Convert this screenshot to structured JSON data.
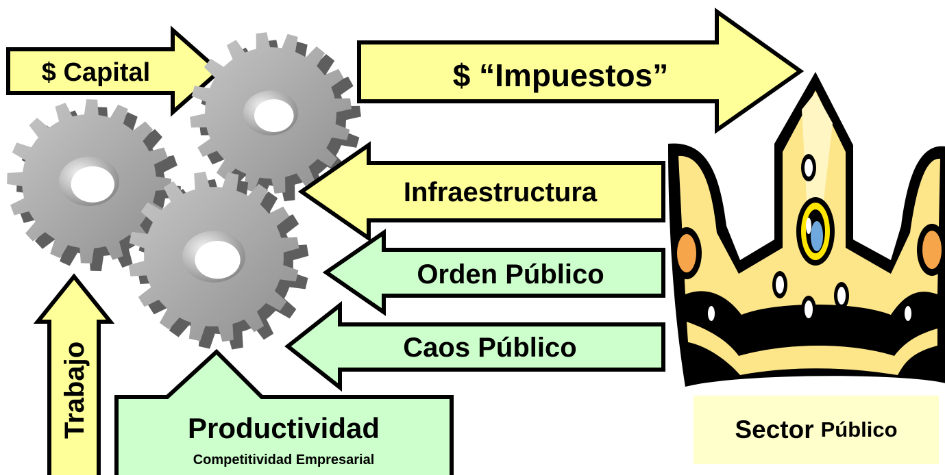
{
  "arrows": {
    "capital": "$ Capital",
    "impuestos": "$ “Impuestos”",
    "infraestructura": "Infraestructura",
    "orden_publico": "Orden Público",
    "caos_publico": "Caos Público",
    "trabajo": "Trabajo"
  },
  "productividad": {
    "title": "Productividad",
    "subtitle": "Competitividad Empresarial"
  },
  "sector": {
    "main": "Sector",
    "sub": "Público"
  },
  "colors": {
    "yellow_arrow": "#ffff99",
    "green_arrow": "#ccffcc",
    "gear": "#a6a6a6",
    "crown_gold": "#fde58a",
    "sector_box": "#ffffcc"
  },
  "icons": [
    "gear-icon",
    "gear-icon",
    "gear-icon",
    "crown-icon"
  ]
}
